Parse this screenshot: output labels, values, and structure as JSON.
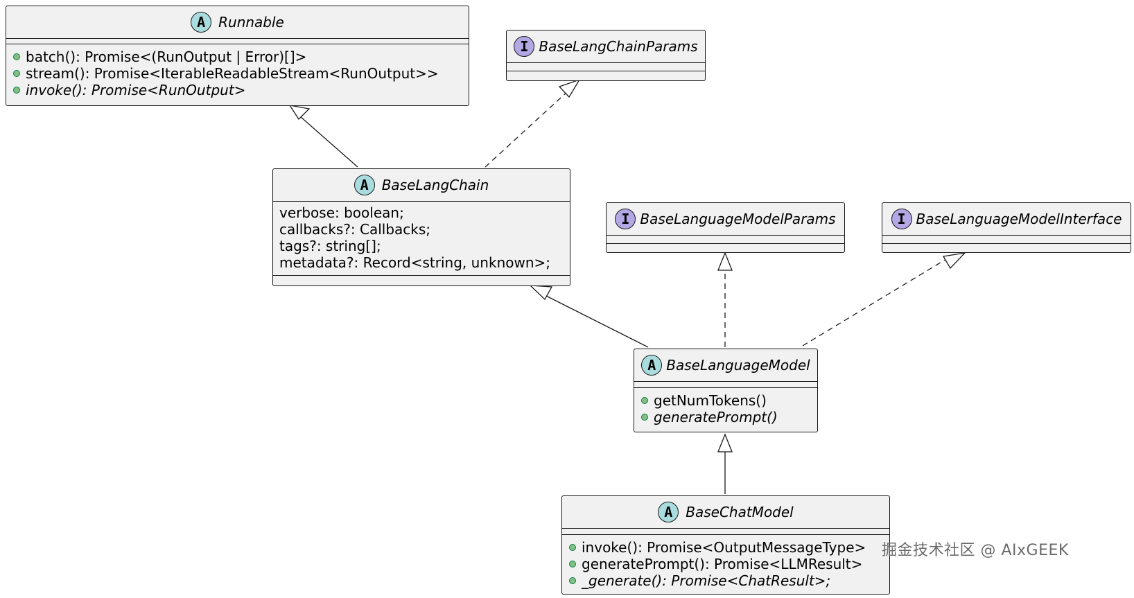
{
  "classes": {
    "runnable": {
      "stereotype": "A",
      "name": "Runnable",
      "methods": [
        {
          "text": "batch(): Promise<(RunOutput | Error)[]>",
          "abstract": false
        },
        {
          "text": "stream(): Promise<IterableReadableStream<RunOutput>>",
          "abstract": false
        },
        {
          "text": "invoke(): Promise<RunOutput>",
          "abstract": true
        }
      ]
    },
    "base_lang_chain_params": {
      "stereotype": "I",
      "name": "BaseLangChainParams"
    },
    "base_lang_chain": {
      "stereotype": "A",
      "name": "BaseLangChain",
      "fields": [
        "verbose: boolean;",
        "callbacks?: Callbacks;",
        "tags?: string[];",
        "metadata?: Record<string, unknown>;"
      ]
    },
    "base_language_model_params": {
      "stereotype": "I",
      "name": "BaseLanguageModelParams"
    },
    "base_language_model_interface": {
      "stereotype": "I",
      "name": "BaseLanguageModelInterface"
    },
    "base_language_model": {
      "stereotype": "A",
      "name": "BaseLanguageModel",
      "methods": [
        {
          "text": "getNumTokens()",
          "abstract": false
        },
        {
          "text": "generatePrompt()",
          "abstract": true
        }
      ]
    },
    "base_chat_model": {
      "stereotype": "A",
      "name": "BaseChatModel",
      "methods": [
        {
          "text": "invoke(): Promise<OutputMessageType>",
          "abstract": false
        },
        {
          "text": "generatePrompt(): Promise<LLMResult>",
          "abstract": false
        },
        {
          "text": "_generate(): Promise<ChatResult>;",
          "abstract": true
        }
      ]
    }
  },
  "relations": [
    {
      "from": "base_lang_chain",
      "to": "runnable",
      "type": "extends"
    },
    {
      "from": "base_lang_chain",
      "to": "base_lang_chain_params",
      "type": "implements"
    },
    {
      "from": "base_language_model",
      "to": "base_lang_chain",
      "type": "extends"
    },
    {
      "from": "base_language_model",
      "to": "base_language_model_params",
      "type": "implements"
    },
    {
      "from": "base_language_model",
      "to": "base_language_model_interface",
      "type": "implements"
    },
    {
      "from": "base_chat_model",
      "to": "base_language_model",
      "type": "extends"
    }
  ],
  "colors": {
    "box_fill": "#f1f1f1",
    "border": "#181818",
    "abstract_badge": "#a9dcdf",
    "interface_badge": "#b4a7e5",
    "public_dot": "#84be84"
  },
  "watermark": "掘金技术社区 @ AIxGEEK"
}
